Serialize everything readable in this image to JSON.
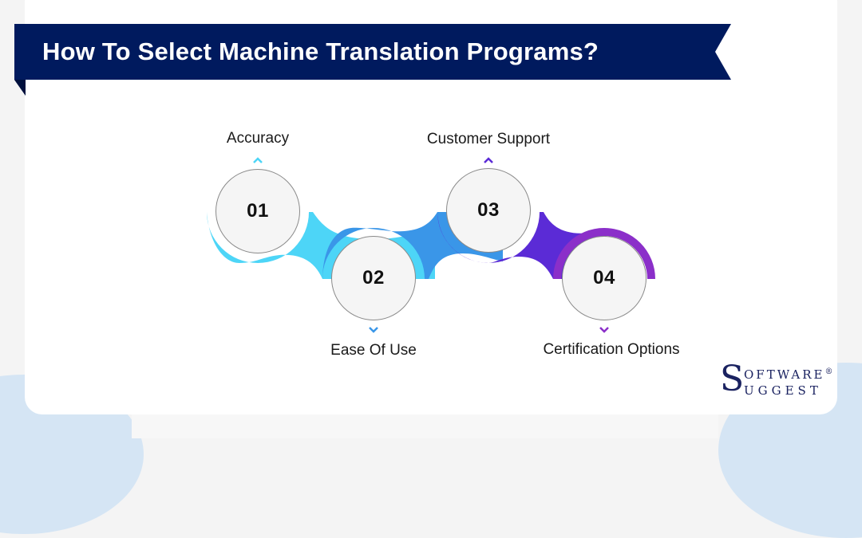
{
  "header": {
    "title": "How To Select Machine Translation Programs?",
    "banner_color": "#001A5E"
  },
  "steps": [
    {
      "number": "01",
      "label": "Accuracy",
      "color": "#4DD5F7",
      "label_position": "top"
    },
    {
      "number": "02",
      "label": "Ease Of Use",
      "color": "#3A96E8",
      "label_position": "bottom"
    },
    {
      "number": "03",
      "label": "Customer Support",
      "color": "#5B2BD6",
      "label_position": "top"
    },
    {
      "number": "04",
      "label": "Certification Options",
      "color": "#8B2FC9",
      "label_position": "bottom"
    }
  ],
  "logo": {
    "initial": "S",
    "line1": "OFTWARE",
    "line2": "UGGEST",
    "registered": "®"
  }
}
